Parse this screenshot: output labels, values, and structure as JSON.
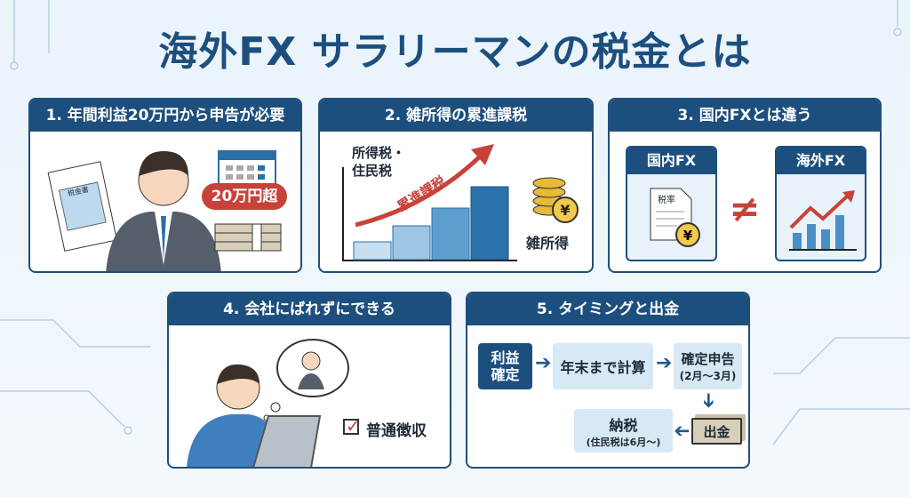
{
  "title": "海外FX サラリーマンの税金とは",
  "panels": {
    "p1": {
      "header": "1. 年間利益20万円から申告が必要",
      "doc_label": "税金書",
      "badge": "20万円超"
    },
    "p2": {
      "header": "2. 雑所得の累進課税",
      "axis_label_1": "所得税・",
      "axis_label_2": "住民税",
      "arrow_label": "累進課税",
      "coin_label": "雑所得"
    },
    "p3": {
      "header": "3. 国内FXとは違う",
      "left_title": "国内FX",
      "left_doc": "税率",
      "not_equal": "≠",
      "right_title": "海外FX"
    },
    "p4": {
      "header": "4. 会社にばれずにできる",
      "check_label": "普通徴収"
    },
    "p5": {
      "header": "5. タイミングと出金",
      "step1": "利益確定",
      "step2": "年末まで計算",
      "step3": "確定申告",
      "step3_sub": "(2月〜3月)",
      "step4": "出金",
      "step5": "納税",
      "step5_sub": "(住民税は6月〜)"
    }
  },
  "colors": {
    "primary": "#1d4f7e",
    "accent": "#c8423a",
    "light": "#d6e9f5"
  }
}
